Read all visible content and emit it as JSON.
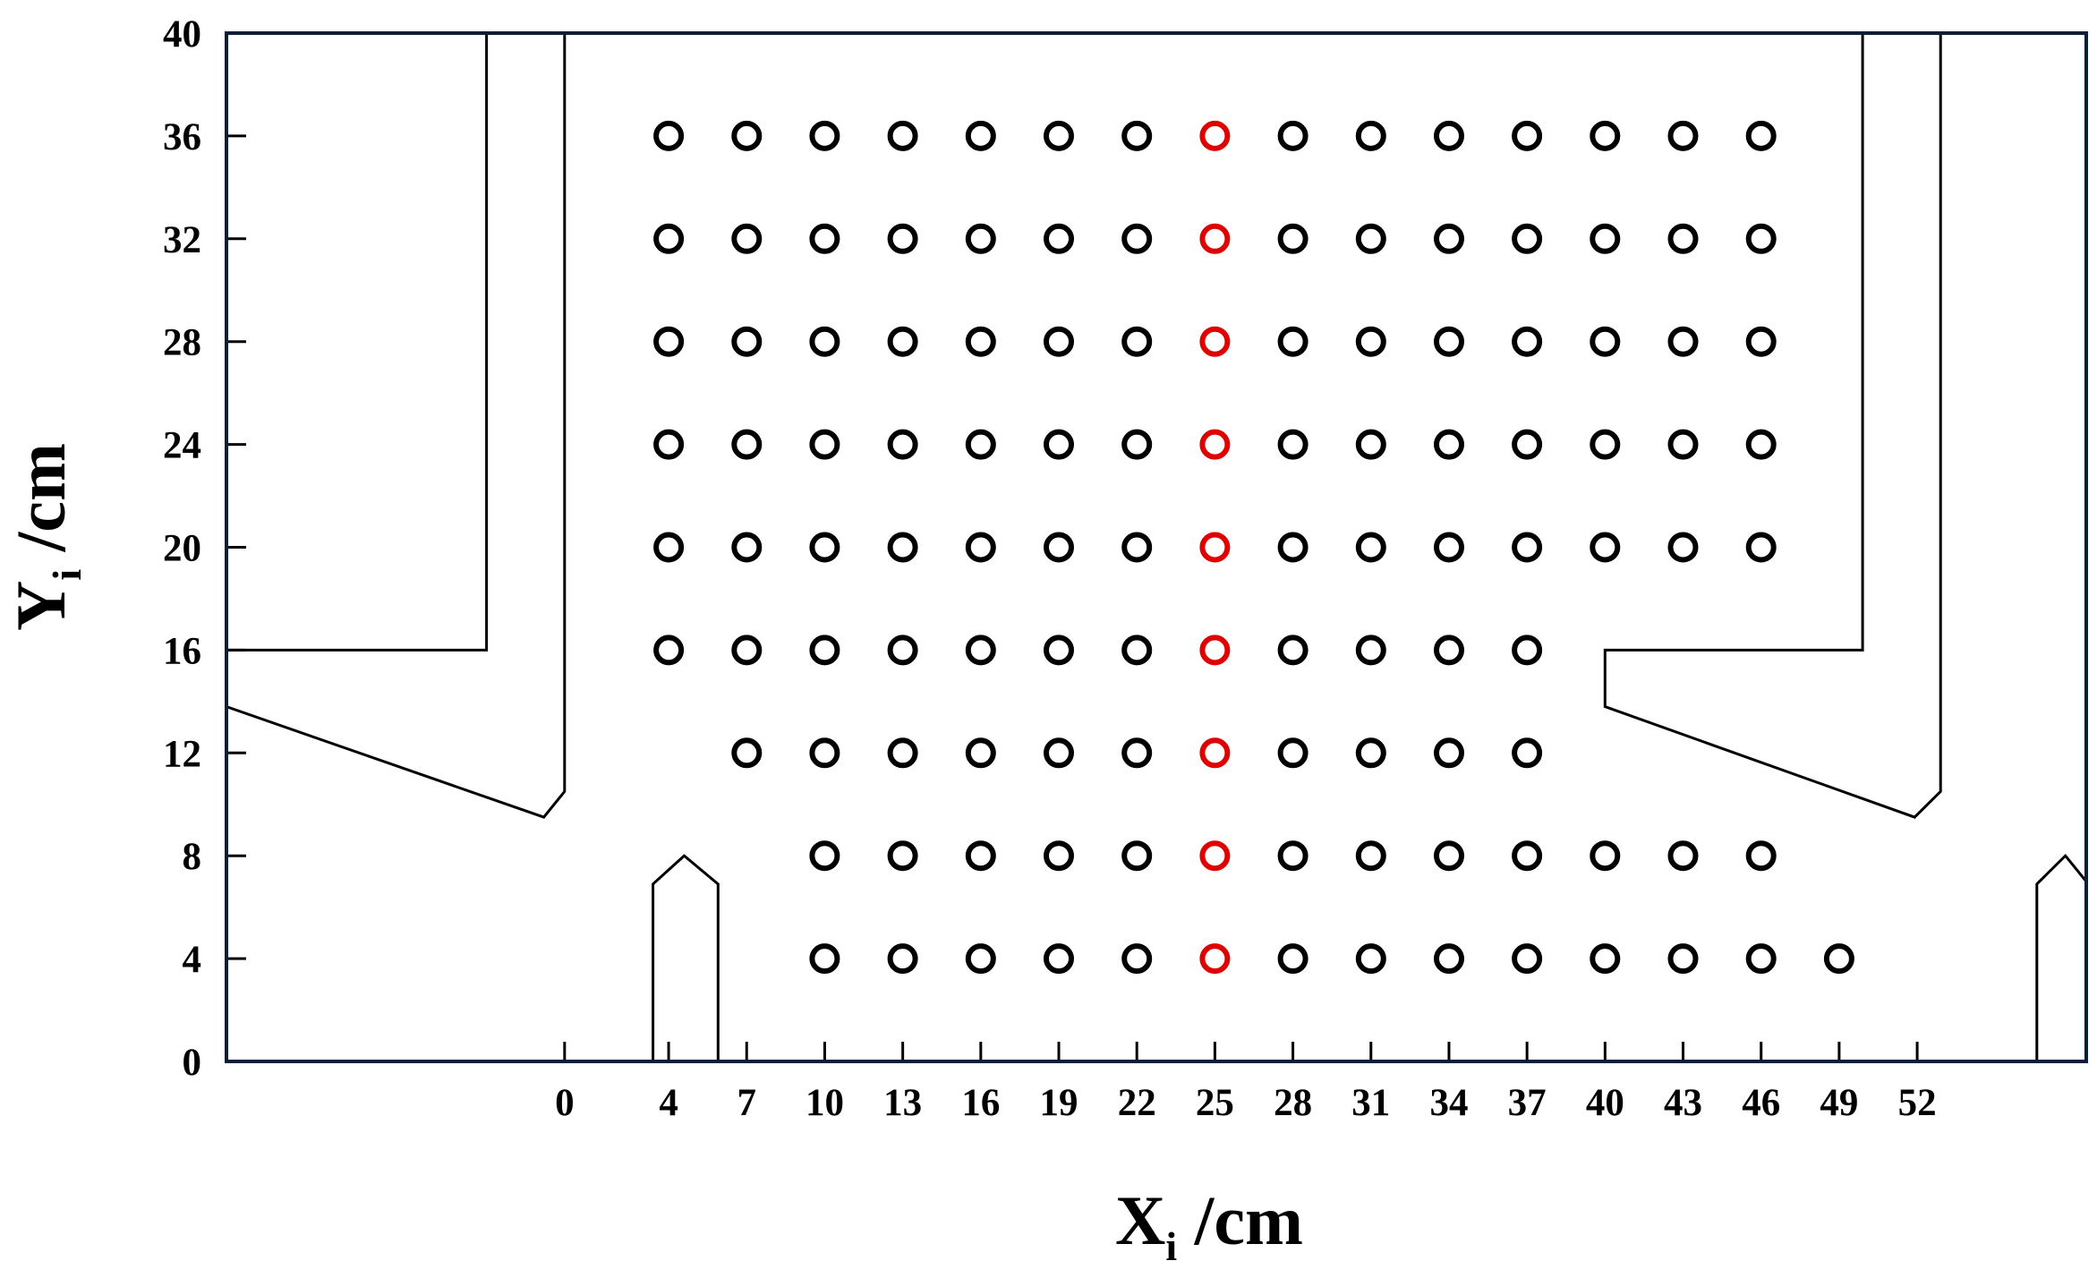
{
  "chart_data": {
    "type": "scatter",
    "xlabel": {
      "main": "X",
      "sub": "i",
      "unit": " /cm"
    },
    "ylabel": {
      "main": "Y",
      "sub": "i",
      "unit": " /cm"
    },
    "xlim": [
      -13,
      58.5
    ],
    "ylim": [
      0,
      40
    ],
    "x_ticks": [
      0,
      4,
      7,
      10,
      13,
      16,
      19,
      22,
      25,
      28,
      31,
      34,
      37,
      40,
      43,
      46,
      49,
      52
    ],
    "y_ticks": [
      0,
      4,
      8,
      12,
      16,
      20,
      24,
      28,
      32,
      36,
      40
    ],
    "grid": false,
    "colors": {
      "measurement_point": "#000000",
      "centerline_point": "#e00000",
      "frame": "#0b1f3a",
      "geometry": "#000000"
    },
    "series": [
      {
        "color_key": "measurement_point",
        "points": [
          [
            4,
            36
          ],
          [
            7,
            36
          ],
          [
            10,
            36
          ],
          [
            13,
            36
          ],
          [
            16,
            36
          ],
          [
            19,
            36
          ],
          [
            22,
            36
          ],
          [
            28,
            36
          ],
          [
            31,
            36
          ],
          [
            34,
            36
          ],
          [
            37,
            36
          ],
          [
            40,
            36
          ],
          [
            43,
            36
          ],
          [
            46,
            36
          ],
          [
            4,
            32
          ],
          [
            7,
            32
          ],
          [
            10,
            32
          ],
          [
            13,
            32
          ],
          [
            16,
            32
          ],
          [
            19,
            32
          ],
          [
            22,
            32
          ],
          [
            28,
            32
          ],
          [
            31,
            32
          ],
          [
            34,
            32
          ],
          [
            37,
            32
          ],
          [
            40,
            32
          ],
          [
            43,
            32
          ],
          [
            46,
            32
          ],
          [
            4,
            28
          ],
          [
            7,
            28
          ],
          [
            10,
            28
          ],
          [
            13,
            28
          ],
          [
            16,
            28
          ],
          [
            19,
            28
          ],
          [
            22,
            28
          ],
          [
            28,
            28
          ],
          [
            31,
            28
          ],
          [
            34,
            28
          ],
          [
            37,
            28
          ],
          [
            40,
            28
          ],
          [
            43,
            28
          ],
          [
            46,
            28
          ],
          [
            4,
            24
          ],
          [
            7,
            24
          ],
          [
            10,
            24
          ],
          [
            13,
            24
          ],
          [
            16,
            24
          ],
          [
            19,
            24
          ],
          [
            22,
            24
          ],
          [
            28,
            24
          ],
          [
            31,
            24
          ],
          [
            34,
            24
          ],
          [
            37,
            24
          ],
          [
            40,
            24
          ],
          [
            43,
            24
          ],
          [
            46,
            24
          ],
          [
            4,
            20
          ],
          [
            7,
            20
          ],
          [
            10,
            20
          ],
          [
            13,
            20
          ],
          [
            16,
            20
          ],
          [
            19,
            20
          ],
          [
            22,
            20
          ],
          [
            28,
            20
          ],
          [
            31,
            20
          ],
          [
            34,
            20
          ],
          [
            37,
            20
          ],
          [
            40,
            20
          ],
          [
            43,
            20
          ],
          [
            46,
            20
          ],
          [
            4,
            16
          ],
          [
            7,
            16
          ],
          [
            10,
            16
          ],
          [
            13,
            16
          ],
          [
            16,
            16
          ],
          [
            19,
            16
          ],
          [
            22,
            16
          ],
          [
            28,
            16
          ],
          [
            31,
            16
          ],
          [
            34,
            16
          ],
          [
            37,
            16
          ],
          [
            7,
            12
          ],
          [
            10,
            12
          ],
          [
            13,
            12
          ],
          [
            16,
            12
          ],
          [
            19,
            12
          ],
          [
            22,
            12
          ],
          [
            28,
            12
          ],
          [
            31,
            12
          ],
          [
            34,
            12
          ],
          [
            37,
            12
          ],
          [
            10,
            8
          ],
          [
            13,
            8
          ],
          [
            16,
            8
          ],
          [
            19,
            8
          ],
          [
            22,
            8
          ],
          [
            28,
            8
          ],
          [
            31,
            8
          ],
          [
            34,
            8
          ],
          [
            37,
            8
          ],
          [
            40,
            8
          ],
          [
            43,
            8
          ],
          [
            46,
            8
          ],
          [
            10,
            4
          ],
          [
            13,
            4
          ],
          [
            16,
            4
          ],
          [
            19,
            4
          ],
          [
            22,
            4
          ],
          [
            28,
            4
          ],
          [
            31,
            4
          ],
          [
            34,
            4
          ],
          [
            37,
            4
          ],
          [
            40,
            4
          ],
          [
            43,
            4
          ],
          [
            46,
            4
          ],
          [
            49,
            4
          ]
        ]
      },
      {
        "color_key": "centerline_point",
        "points": [
          [
            25,
            36
          ],
          [
            25,
            32
          ],
          [
            25,
            28
          ],
          [
            25,
            24
          ],
          [
            25,
            20
          ],
          [
            25,
            16
          ],
          [
            25,
            12
          ],
          [
            25,
            8
          ],
          [
            25,
            4
          ]
        ]
      }
    ],
    "geometry_outlines": [
      [
        [
          -13,
          16
        ],
        [
          -3,
          16
        ],
        [
          -3,
          40
        ],
        [
          0,
          40
        ],
        [
          0,
          10.5
        ],
        [
          -0.8,
          9.5
        ],
        [
          -13,
          13.8
        ]
      ],
      [
        [
          3.4,
          0
        ],
        [
          3.4,
          6.9
        ],
        [
          4.6,
          8
        ],
        [
          5.9,
          6.9
        ],
        [
          5.9,
          0
        ]
      ],
      [
        [
          49.9,
          40
        ],
        [
          49.9,
          16
        ],
        [
          40,
          16
        ],
        [
          40,
          13.8
        ],
        [
          51.9,
          9.5
        ],
        [
          52.9,
          10.5
        ],
        [
          52.9,
          40
        ]
      ],
      [
        [
          56.6,
          0
        ],
        [
          56.6,
          6.9
        ],
        [
          57.7,
          8
        ],
        [
          58.5,
          7
        ]
      ]
    ]
  }
}
